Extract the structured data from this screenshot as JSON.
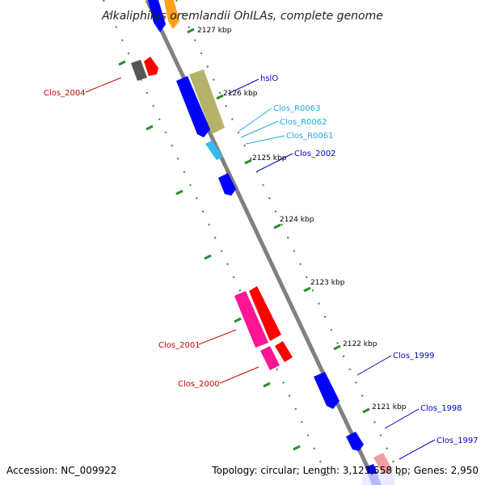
{
  "title": "Alkaliphilus oremlandii OhILAs, complete genome",
  "footer": {
    "accession": "Accession: NC_009922",
    "summary": "Topology: circular; Length: 3,123,558 bp; Genes: 2,950"
  },
  "colors": {
    "backbone": "#808080",
    "tick": "#2e8b2e",
    "cds_forward": "#0000ff",
    "cds_reverse": "#ff0000",
    "cds_pink": "#ff1493",
    "cds_gray": "#555555",
    "cds_olive": "#b5b36a",
    "cds_orange": "#ffa020",
    "rna": "#33bbee",
    "label_red": "#cc0000",
    "label_blue": "#0000cc",
    "label_cyan": "#22aadd"
  },
  "scale_labels": [
    "2127 kbp",
    "2126 kbp",
    "2125 kbp",
    "2124 kbp",
    "2123 kbp",
    "2122 kbp",
    "2121 kbp"
  ],
  "gene_labels": [
    {
      "text": "Clos_2004",
      "color": "label_red"
    },
    {
      "text": "hslO",
      "color": "label_blue"
    },
    {
      "text": "Clos_R0063",
      "color": "label_cyan"
    },
    {
      "text": "Clos_R0062",
      "color": "label_cyan"
    },
    {
      "text": "Clos_R0061",
      "color": "label_cyan"
    },
    {
      "text": "Clos_2002",
      "color": "label_blue"
    },
    {
      "text": "Clos_2001",
      "color": "label_red"
    },
    {
      "text": "Clos_2000",
      "color": "label_red"
    },
    {
      "text": "Clos_1999",
      "color": "label_blue"
    },
    {
      "text": "Clos_1998",
      "color": "label_blue"
    },
    {
      "text": "Clos_1997",
      "color": "label_blue"
    }
  ]
}
